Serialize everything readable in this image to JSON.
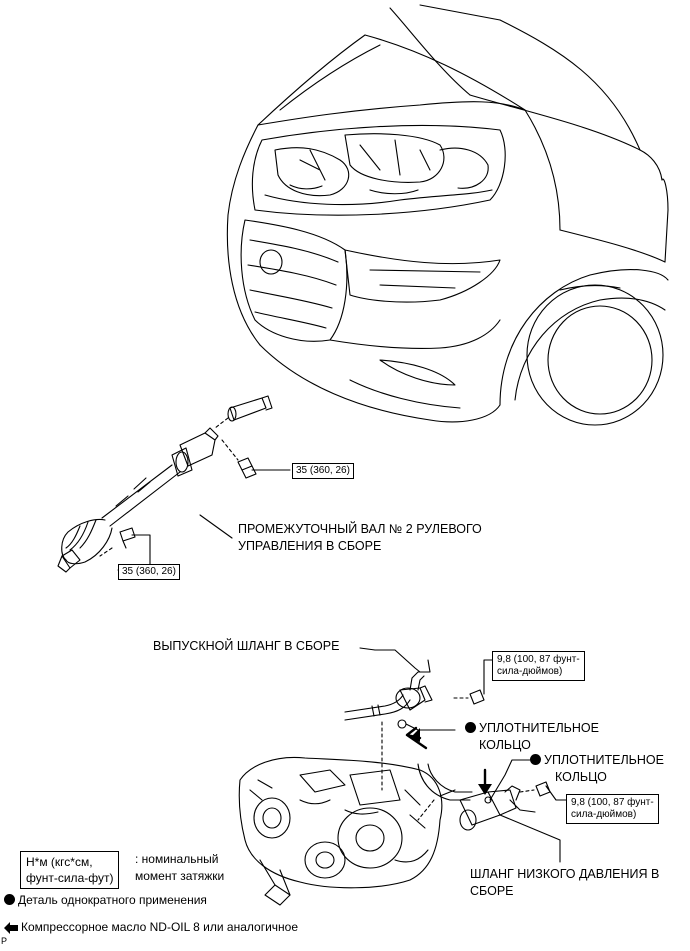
{
  "parts": {
    "shaft_label_line1": "ПРОМЕЖУТОЧНЫЙ ВАЛ № 2 РУЛЕВОГО",
    "shaft_label_line2": "УПРАВЛЕНИЯ В СБОРЕ",
    "torque_shaft_upper": "35 (360, 26)",
    "torque_shaft_lower": "35 (360, 26)",
    "discharge_hose": "ВЫПУСКНОЙ ШЛАНГ В СБОРЕ",
    "torque_discharge_line1": "9,8 (100, 87 фунт-",
    "torque_discharge_line2": "сила-дюймов)",
    "oring_upper_line1": "УПЛОТНИТЕЛЬНОЕ",
    "oring_upper_line2": "КОЛЬЦО",
    "oring_lower_line1": "УПЛОТНИТЕЛЬНОЕ",
    "oring_lower_line2": "КОЛЬЦО",
    "torque_suction_line1": "9,8 (100, 87 фунт-",
    "torque_suction_line2": "сила-дюймов)",
    "suction_hose_line1": "ШЛАНГ НИЗКОГО ДАВЛЕНИЯ В",
    "suction_hose_line2": "СБОРЕ"
  },
  "legend": {
    "torque_unit_line1": "Н*м (кгс*см,",
    "torque_unit_line2": "фунт-сила-фут)",
    "torque_desc_line1": ": номинальный",
    "torque_desc_line2": "момент затяжки",
    "non_reusable": "Деталь однократного применения",
    "compressor_oil": "Компрессорное масло ND-OIL 8 или аналогичное"
  },
  "corner_mark": "P"
}
